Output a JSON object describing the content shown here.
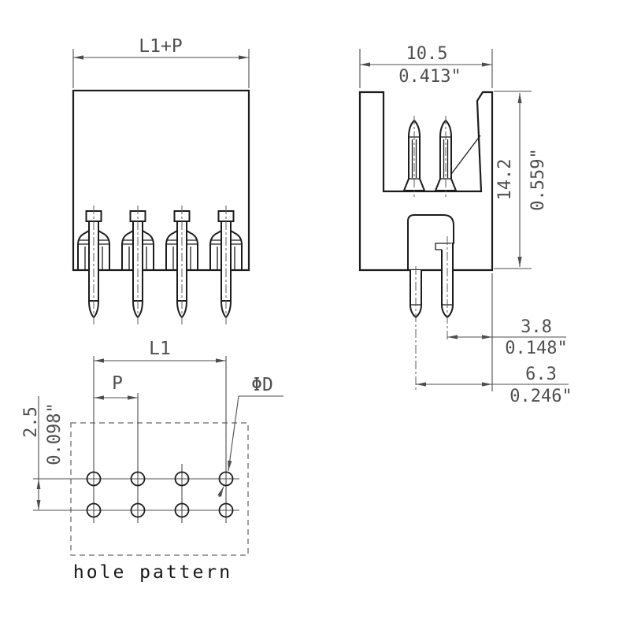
{
  "meta": {
    "drawing_type": "technical dimension drawing",
    "colors": {
      "background": "#ffffff",
      "object_line": "#1c1c1c",
      "dimension_line": "#4d4d4d",
      "text": "#4f4f4f"
    }
  },
  "front_view": {
    "width_dim": "L1+P",
    "pin_count": 4
  },
  "side_view": {
    "width_mm": "10.5",
    "width_in": "0.413\"",
    "height_mm": "14.2",
    "height_in": "0.559\"",
    "pin_edge_mm": "3.8",
    "pin_edge_in": "0.148\"",
    "outer_pin_edge_mm": "6.3",
    "outer_pin_edge_in": "0.246\""
  },
  "hole_pattern": {
    "caption": "hole pattern",
    "length_dim": "L1",
    "pitch_dim": "P",
    "row_pitch_mm": "2.5",
    "row_pitch_in": "0.098\"",
    "diameter_dim": "ΦD",
    "rows": 2,
    "columns": 4
  }
}
